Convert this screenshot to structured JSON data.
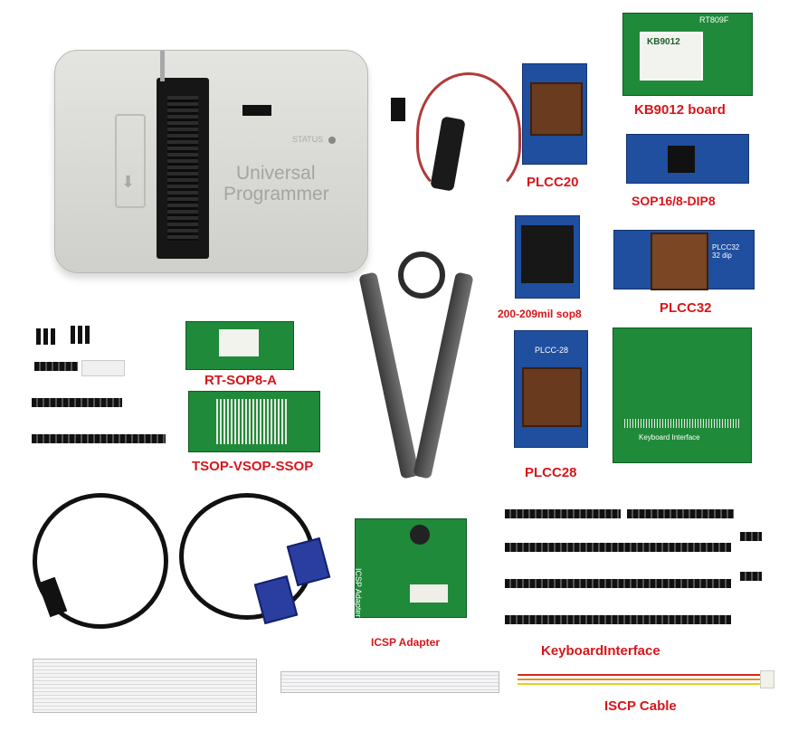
{
  "programmer": {
    "title_line1": "Universal",
    "title_line2": "Programmer",
    "status_label": "STATUS"
  },
  "labels": {
    "kb9012": "KB9012 board",
    "plcc20": "PLCC20",
    "sop16": "SOP16/8-DIP8",
    "sop8_200": "200-209mil sop8",
    "plcc32": "PLCC32",
    "rt_sop8": "RT-SOP8-A",
    "plcc28": "PLCC28",
    "tsop": "TSOP-VSOP-SSOP",
    "icsp": "ICSP Adapter",
    "keyboard": "KeyboardInterface",
    "iscp_cable": "ISCP Cable"
  },
  "board_text": {
    "kb9012_chip": "KB9012",
    "kb9012_top": "RT809F",
    "plcc28_title": "PLCC-28",
    "plcc32_title": "PLCC32\n32 dip",
    "keyboard_title": "Keyboard Interface",
    "icsp_title": "ICSP Adapter"
  },
  "colors": {
    "label_red": "#d8161b",
    "pcb_green": "#1f8a3a",
    "pcb_blue": "#1f4f9e",
    "programmer_body": "#d9d9d6"
  }
}
